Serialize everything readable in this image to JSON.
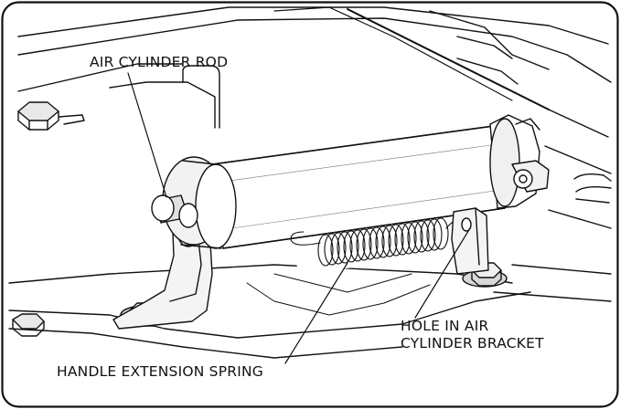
{
  "labels": {
    "air_cylinder_rod": "AIR CYLINDER ROD",
    "handle_extension_spring": "HANDLE EXTENSION SPRING",
    "hole_line1": "HOLE IN AIR",
    "hole_line2": "CYLINDER BRACKET"
  },
  "colors": {
    "line": "#111111",
    "shade_light": "#e2e2e2",
    "shade_mid": "#bdbdbd",
    "background": "#ffffff"
  }
}
